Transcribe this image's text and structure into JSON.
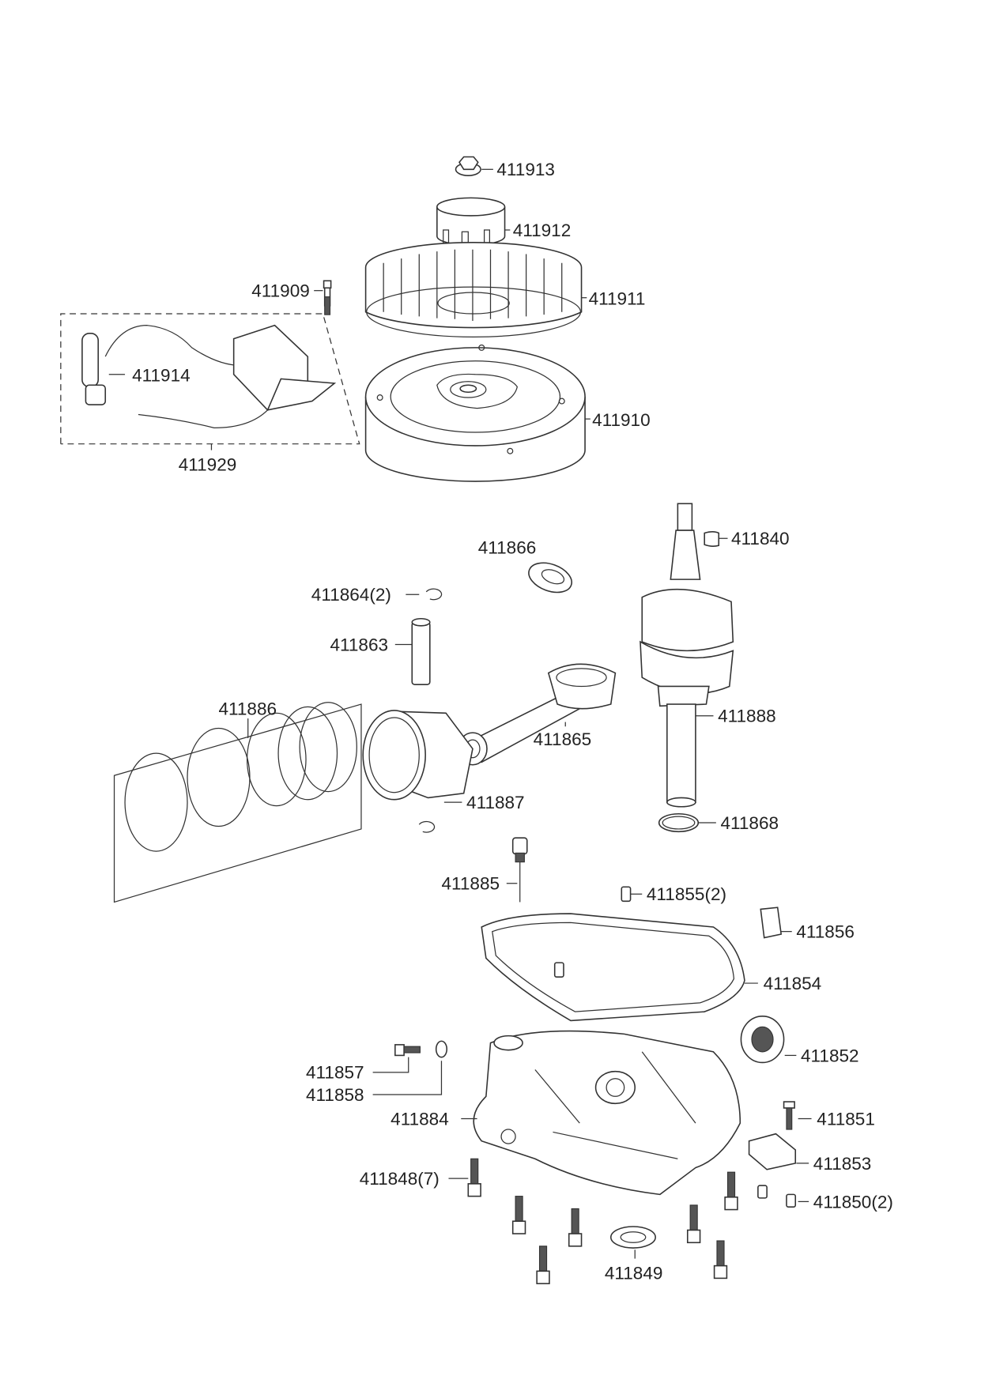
{
  "diagram": {
    "type": "exploded parts diagram",
    "labels": {
      "p411913": "411913",
      "p411912": "411912",
      "p411909": "411909",
      "p411911": "411911",
      "p411914": "411914",
      "p411910": "411910",
      "p411929": "411929",
      "p411866": "411866",
      "p411840": "411840",
      "p411864": "411864(2)",
      "p411863": "411863",
      "p411886": "411886",
      "p411865": "411865",
      "p411888": "411888",
      "p411887": "411887",
      "p411868": "411868",
      "p411885": "411885",
      "p411855": "411855(2)",
      "p411856": "411856",
      "p411854": "411854",
      "p411852": "411852",
      "p411857": "411857",
      "p411858": "411858",
      "p411884": "411884",
      "p411851": "411851",
      "p411853": "411853",
      "p411848": "411848(7)",
      "p411850": "411850(2)",
      "p411849": "411849"
    }
  }
}
